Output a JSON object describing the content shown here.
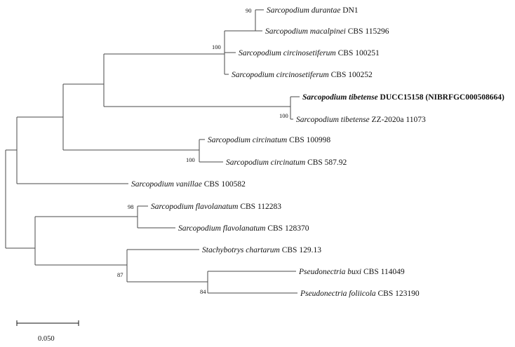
{
  "tree": {
    "taxa": [
      {
        "id": "t1",
        "species": "Sarcopodium durantae",
        "strain": "DN1",
        "bold": false
      },
      {
        "id": "t2",
        "species": "Sarcopodium macalpinei",
        "strain": "CBS 115296",
        "bold": false
      },
      {
        "id": "t3",
        "species": "Sarcopodium circinosetiferum",
        "strain": "CBS 100251",
        "bold": false
      },
      {
        "id": "t4",
        "species": "Sarcopodium circinosetiferum",
        "strain": "CBS 100252",
        "bold": false
      },
      {
        "id": "t5",
        "species": "Sarcopodium tibetense",
        "strain": "DUCC15158 (NIBRFGC000508664)",
        "bold": true
      },
      {
        "id": "t6",
        "species": "Sarcopodium tibetense",
        "strain": "ZZ-2020a 11073",
        "bold": false
      },
      {
        "id": "t7",
        "species": "Sarcopodium circinatum",
        "strain": " CBS 100998",
        "bold": false
      },
      {
        "id": "t8",
        "species": "Sarcopodium circinatum",
        "strain": " CBS 587.92",
        "bold": false
      },
      {
        "id": "t9",
        "species": "Sarcopodium vanillae",
        "strain": "CBS 100582",
        "bold": false
      },
      {
        "id": "t10",
        "species": "Sarcopodium flavolanatum",
        "strain": "CBS 112283",
        "bold": false
      },
      {
        "id": "t11",
        "species": "Sarcopodium flavolanatum",
        "strain": "CBS 128370",
        "bold": false
      },
      {
        "id": "t12",
        "species": "Stachybotrys chartarum",
        "strain": "CBS 129.13",
        "bold": false
      },
      {
        "id": "t13",
        "species": "Pseudonectria buxi",
        "strain": "CBS 114049",
        "bold": false
      },
      {
        "id": "t14",
        "species": "Pseudonectria foliicola",
        "strain": "CBS 123190",
        "bold": false
      }
    ],
    "bootstrap": [
      {
        "node": "durantae-macalpinei",
        "value": "90"
      },
      {
        "node": "circinosetiferum-clade",
        "value": "100"
      },
      {
        "node": "tibetense-clade",
        "value": "100"
      },
      {
        "node": "circinatum-clade",
        "value": "100"
      },
      {
        "node": "flavolanatum-clade",
        "value": "98"
      },
      {
        "node": "outgroup-clade",
        "value": "87"
      },
      {
        "node": "pseudonectria-clade",
        "value": "84"
      }
    ],
    "scale_bar": {
      "value": 0.05,
      "label": "0.050"
    }
  }
}
